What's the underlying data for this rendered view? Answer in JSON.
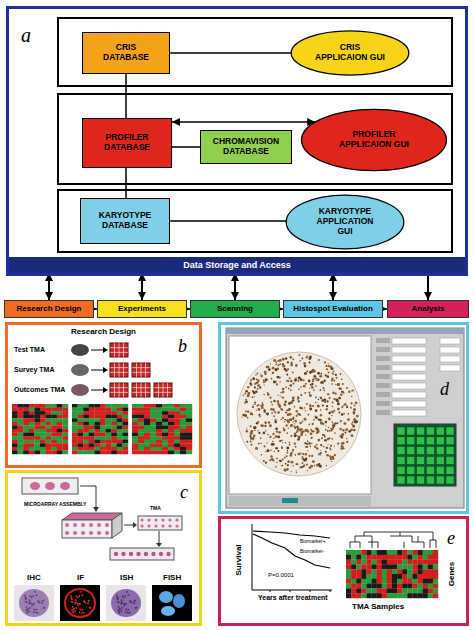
{
  "diagram": {
    "nodes": [
      {
        "text": [
          "a"
        ]
      },
      {
        "text": [
          "CRIS DATABASE"
        ],
        "in": 0
      },
      {
        "text": [
          "CRIS APPLICAION GUI"
        ],
        "in": 0
      },
      {
        "text": [
          "PROFILER DATABASE"
        ],
        "in": 0
      },
      {
        "text": [
          "CHROMAVISION DATABASE"
        ],
        "in": 0
      },
      {
        "text": [
          "PROFILER APPLICAION GUI"
        ],
        "in": 0
      },
      {
        "text": [
          "KARYOTYPE DATABASE"
        ],
        "in": 0
      },
      {
        "text": [
          "KARYOTYPE APPLICATION GUI"
        ],
        "in": 0
      },
      {
        "text": [
          "Data Storage and Access"
        ],
        "in": 0
      },
      {
        "text": [
          "Research Design"
        ]
      },
      {
        "text": [
          "Experiments"
        ]
      },
      {
        "text": [
          "Scanning"
        ]
      },
      {
        "text": [
          "Histospot Evaluation"
        ]
      },
      {
        "text": [
          "Analysis"
        ]
      },
      {
        "text": [
          "Research Design",
          "b"
        ]
      },
      {
        "text": [
          "d"
        ]
      },
      {
        "text": [
          "c"
        ]
      },
      {
        "text": [
          "e"
        ]
      }
    ],
    "edges": [
      {
        "from": 1,
        "to": 2,
        "arrow": "none"
      },
      {
        "from": 1,
        "to": 3,
        "arrow": "none"
      },
      {
        "from": 3,
        "to": 5,
        "arrow": "both"
      },
      {
        "from": 3,
        "to": 4,
        "arrow": "none"
      },
      {
        "from": 3,
        "to": 6,
        "arrow": "none"
      },
      {
        "from": 6,
        "to": 7,
        "arrow": "none"
      },
      {
        "from": 8,
        "to": 9,
        "arrow": "both"
      },
      {
        "from": 8,
        "to": 10,
        "arrow": "both"
      },
      {
        "from": 8,
        "to": 11,
        "arrow": "both"
      },
      {
        "from": 8,
        "to": 12,
        "arrow": "both"
      },
      {
        "from": 8,
        "to": 13,
        "arrow": "to"
      },
      {
        "from": 9,
        "to": 10,
        "arrow": "to"
      },
      {
        "from": 10,
        "to": 11,
        "arrow": "to"
      },
      {
        "from": 11,
        "to": 12,
        "arrow": "to"
      },
      {
        "from": 12,
        "to": 13,
        "arrow": "to"
      }
    ],
    "labels": [
      "Test TMA",
      "Survey TMA",
      "Outcomes TMA",
      "MICROARRAY ASSEMBLY",
      "TMA",
      "IHC",
      "IF",
      "ISH",
      "FISH",
      "Survival",
      "Years after treatment",
      "Biomarker+",
      "Biomarker-",
      "P=0.0001",
      "Genes",
      "TMA Samples"
    ]
  }
}
